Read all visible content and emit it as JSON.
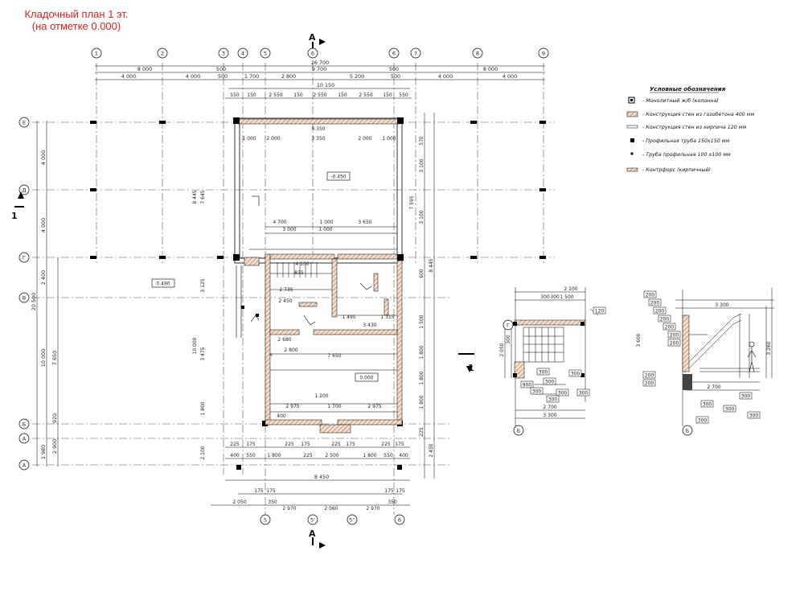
{
  "title": "Кладочный план 1 эт. (на отметке 0.000)",
  "section_marks": {
    "a_top": "А",
    "a_bottom": "А",
    "one_left": "1",
    "one_right": "1"
  },
  "axes_top": [
    "1",
    "2",
    "3",
    "4",
    "5",
    "6",
    "6",
    "7",
    "8",
    "9"
  ],
  "axes_bottom": [
    "5",
    "5'",
    "5''",
    "6"
  ],
  "axes_left": [
    "Е",
    "Д",
    "Г",
    "В",
    "Б",
    "А",
    "А"
  ],
  "dims_top": {
    "r1": [
      "8 000",
      "500",
      "9 700",
      "500",
      "8 000"
    ],
    "r2": [
      "26 700"
    ],
    "r3": [
      "4 000",
      "4 000",
      "500",
      "1 700",
      "2 800",
      "5 200",
      "500",
      "4 000",
      "4 000"
    ],
    "r4": [
      "10 150"
    ],
    "r5": [
      "550",
      "150",
      "2 550",
      "150",
      "2 550",
      "150",
      "2 550",
      "150",
      "550"
    ]
  },
  "dims_left": {
    "outer": "20 500",
    "mid": [
      "4 000",
      "4 000",
      "2 400",
      "10 000",
      "1 980"
    ],
    "inner": [
      "7 650",
      "920",
      "2 900"
    ]
  },
  "dims_bottom": {
    "r1": [
      "225",
      "175",
      "225",
      "175",
      "225",
      "175",
      "225",
      "175"
    ],
    "r2": [
      "400",
      "550",
      "1 800",
      "225",
      "2 500",
      "1 800",
      "550",
      "400"
    ],
    "r3": [
      "8 450"
    ],
    "r4": [
      "175",
      "175",
      "175",
      "175"
    ],
    "r5": [
      "2 050",
      "350",
      "2 970",
      "2 060",
      "2 970",
      "350"
    ]
  },
  "dims_right": [
    "570",
    "3 100",
    "3 100",
    "7 595",
    "8 445",
    "600",
    "1 500",
    "1 800",
    "1 800",
    "1 800",
    "225",
    "2 450"
  ],
  "inner_labels": [
    "9 350",
    "1 000",
    "2 000",
    "3 350",
    "2 000",
    "1 000",
    "4 700",
    "1 000",
    "3 650",
    "3 000",
    "1 000",
    "4 100",
    "835",
    "2 735",
    "2 450",
    "1 495",
    "3 430",
    "1 315",
    "2 680",
    "2 800",
    "7 650",
    "2 975",
    "1 700",
    "2 975",
    "400",
    "1 200",
    "7 645",
    "8 445",
    "3 125",
    "3 475",
    "10 000",
    "1 800",
    "2 100"
  ],
  "levels": [
    "-0.450",
    "0.490",
    "0.000"
  ],
  "legend": {
    "title": "Условные обозначения",
    "items": [
      "- Монолитный ж/б (колонна)",
      "- Конструкция стен из газобетона 400 мм",
      "- Конструкция стен из кирпича 120 мм",
      "- Профильная труба 150х150 мм",
      "- Труба профильная 100 х100 мм",
      "- Контрфорс (кирпичный)"
    ]
  },
  "detail1": {
    "top": [
      "2 100",
      "300",
      "1 500",
      "300"
    ],
    "bottom": [
      "2 700",
      "3 300"
    ],
    "left": [
      "2 050",
      "300"
    ],
    "tags": [
      "120",
      "300",
      "300",
      "300",
      "900",
      "300",
      "300",
      "300",
      "300"
    ]
  },
  "detail2": {
    "top": [
      "3 300"
    ],
    "left": [
      "3 600"
    ],
    "right": [
      "3 260"
    ],
    "bottom": [
      "2 700"
    ],
    "tags": [
      "200",
      "200",
      "200",
      "200",
      "200",
      "200",
      "200",
      "200",
      "200",
      "300",
      "300",
      "300",
      "300",
      "300"
    ]
  }
}
